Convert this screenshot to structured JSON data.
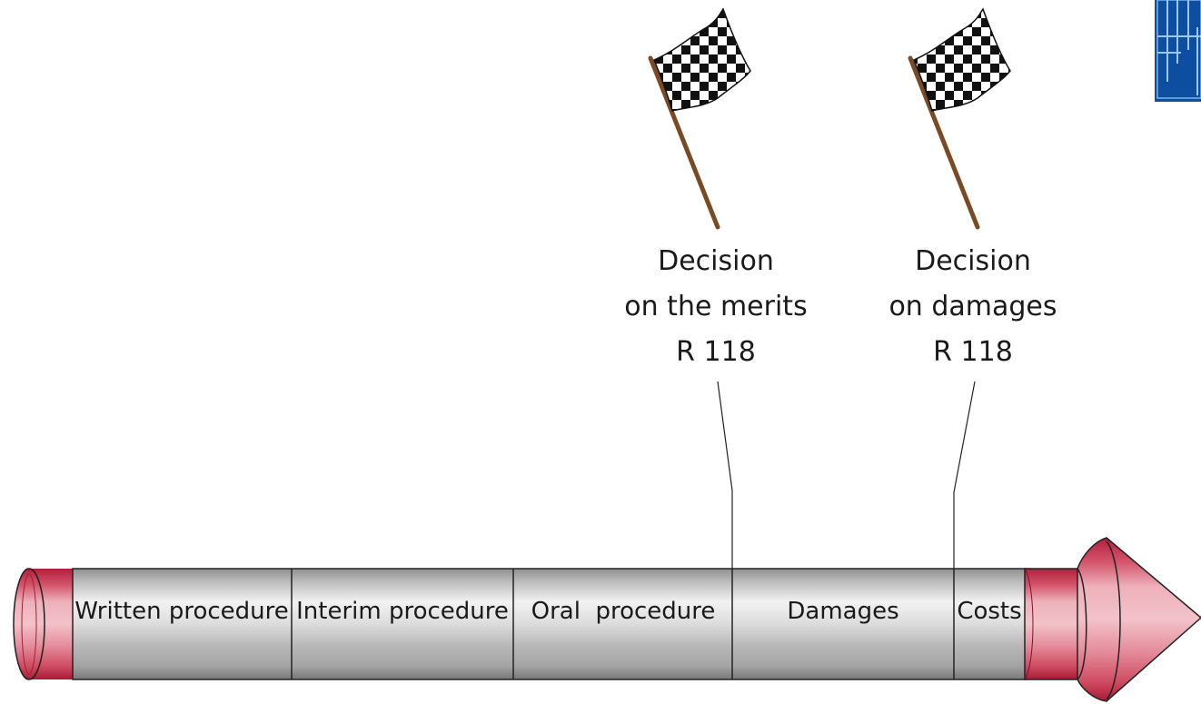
{
  "milestones": [
    {
      "line1": "Decision",
      "line2": "on the merits",
      "line3": "R 118"
    },
    {
      "line1": "Decision",
      "line2": "on damages",
      "line3": "R 118"
    }
  ],
  "segments": [
    {
      "label": "Written procedure"
    },
    {
      "label": "Interim procedure"
    },
    {
      "label": "Oral  procedure"
    },
    {
      "label": "Damages"
    },
    {
      "label": "Costs"
    }
  ],
  "colors": {
    "tube_red": "#c8334d",
    "tube_grey": "#9d9d9d",
    "tube_light": "#e4e4e4",
    "flag_pole": "#7a4a24",
    "logo_blue": "#0d4ea0"
  }
}
